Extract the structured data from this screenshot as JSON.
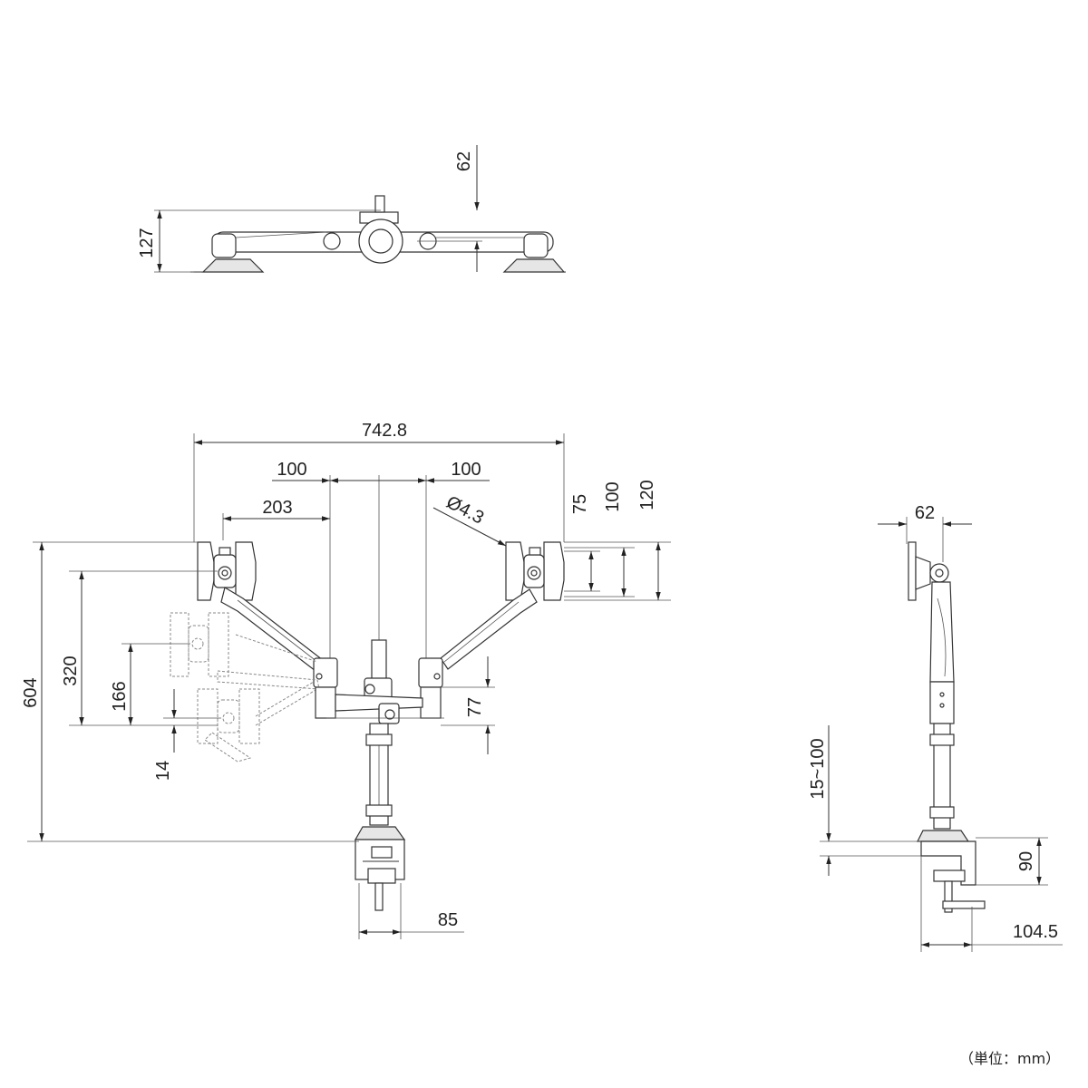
{
  "top_view": {
    "dims": {
      "height": "127",
      "offset": "62"
    }
  },
  "front_view": {
    "dims": {
      "total_width": "742.8",
      "pitch_left": "100",
      "pitch_right": "100",
      "arm_reach": "203",
      "hole": "Ø4.3",
      "vesa_75": "75",
      "vesa_100": "100",
      "vesa_120": "120",
      "total_height": "604",
      "drop": "320",
      "drop2": "166",
      "offset_small": "14",
      "bar": "77",
      "clamp_width": "85"
    }
  },
  "side_view": {
    "dims": {
      "depth": "62",
      "desk_range": "15~100",
      "clamp_height": "90",
      "clamp_depth": "104.5"
    }
  },
  "unit_label": "（単位：mm）"
}
